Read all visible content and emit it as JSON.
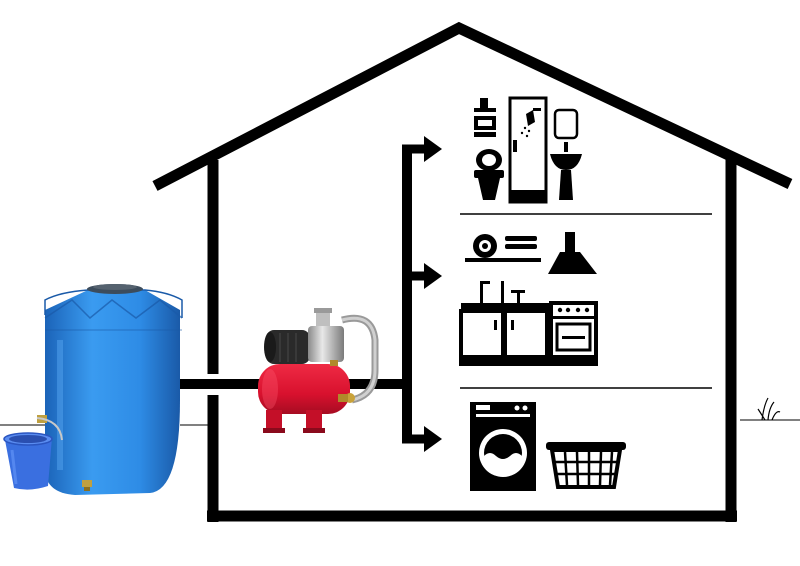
{
  "diagram": {
    "subject": "rainwater-tank-pump-house-supply",
    "components": [
      {
        "id": "tank",
        "icon": "water-tank-icon"
      },
      {
        "id": "bucket",
        "icon": "bucket-icon"
      },
      {
        "id": "pump",
        "icon": "pressure-pump-icon"
      },
      {
        "id": "house",
        "icon": "house-outline-icon"
      },
      {
        "id": "bathroom",
        "icons": [
          "faucet-icon",
          "mirror-icon",
          "shower-icon",
          "toilet-icon",
          "sink-icon"
        ]
      },
      {
        "id": "kitchen",
        "icons": [
          "dish-rack-icon",
          "range-hood-icon",
          "kitchen-cabinet-icon",
          "stove-icon"
        ]
      },
      {
        "id": "laundry",
        "icons": [
          "washing-machine-icon",
          "laundry-basket-icon"
        ]
      },
      {
        "id": "grass",
        "icon": "grass-icon"
      }
    ],
    "flow": [
      "tank",
      "pump",
      "house"
    ],
    "branches": [
      "bathroom",
      "kitchen",
      "laundry"
    ],
    "colors": {
      "outline": "#000000",
      "tank": "#2e8ce6",
      "tank_dark": "#1b63b8",
      "pump_tank": "#d8112e",
      "pump_motor": "#2a2a2a",
      "bucket": "#3a6fe0"
    }
  }
}
